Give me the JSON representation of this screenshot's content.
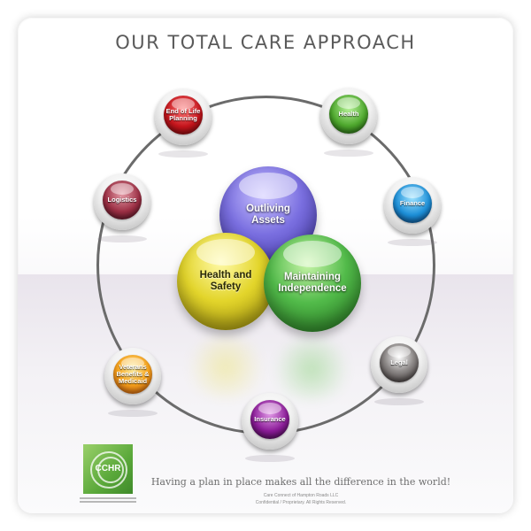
{
  "title": "OUR TOTAL CARE APPROACH",
  "nodes": {
    "end_of_life": "End of Life Planning",
    "health": "Health",
    "finance": "Finance",
    "legal": "Legal",
    "insurance": "Insurance",
    "veterans": "Veterans Benefits & Medicaid",
    "logistics": "Logistics"
  },
  "center": {
    "assets": "Outliving Assets",
    "health_safety": "Health and Safety",
    "independence": "Maintaining Independence"
  },
  "logo_text": "CCHR",
  "tagline": "Having a plan in place makes all the difference in the world!",
  "footer_line1": "Care Connect of Hampton Roads LLC",
  "footer_line2": "Confidential / Proprietary. All Rights Reserved.",
  "colors": {
    "red": "#c4141b",
    "green": "#4ea82d",
    "blue": "#1c8fd8",
    "dark": "#2a2222",
    "purple": "#8b1c98",
    "orange": "#f6a21c",
    "maroon": "#9c2f44",
    "violet": "#7a6fe0",
    "yellow": "#e3d52b",
    "leaf": "#52bb4a"
  }
}
